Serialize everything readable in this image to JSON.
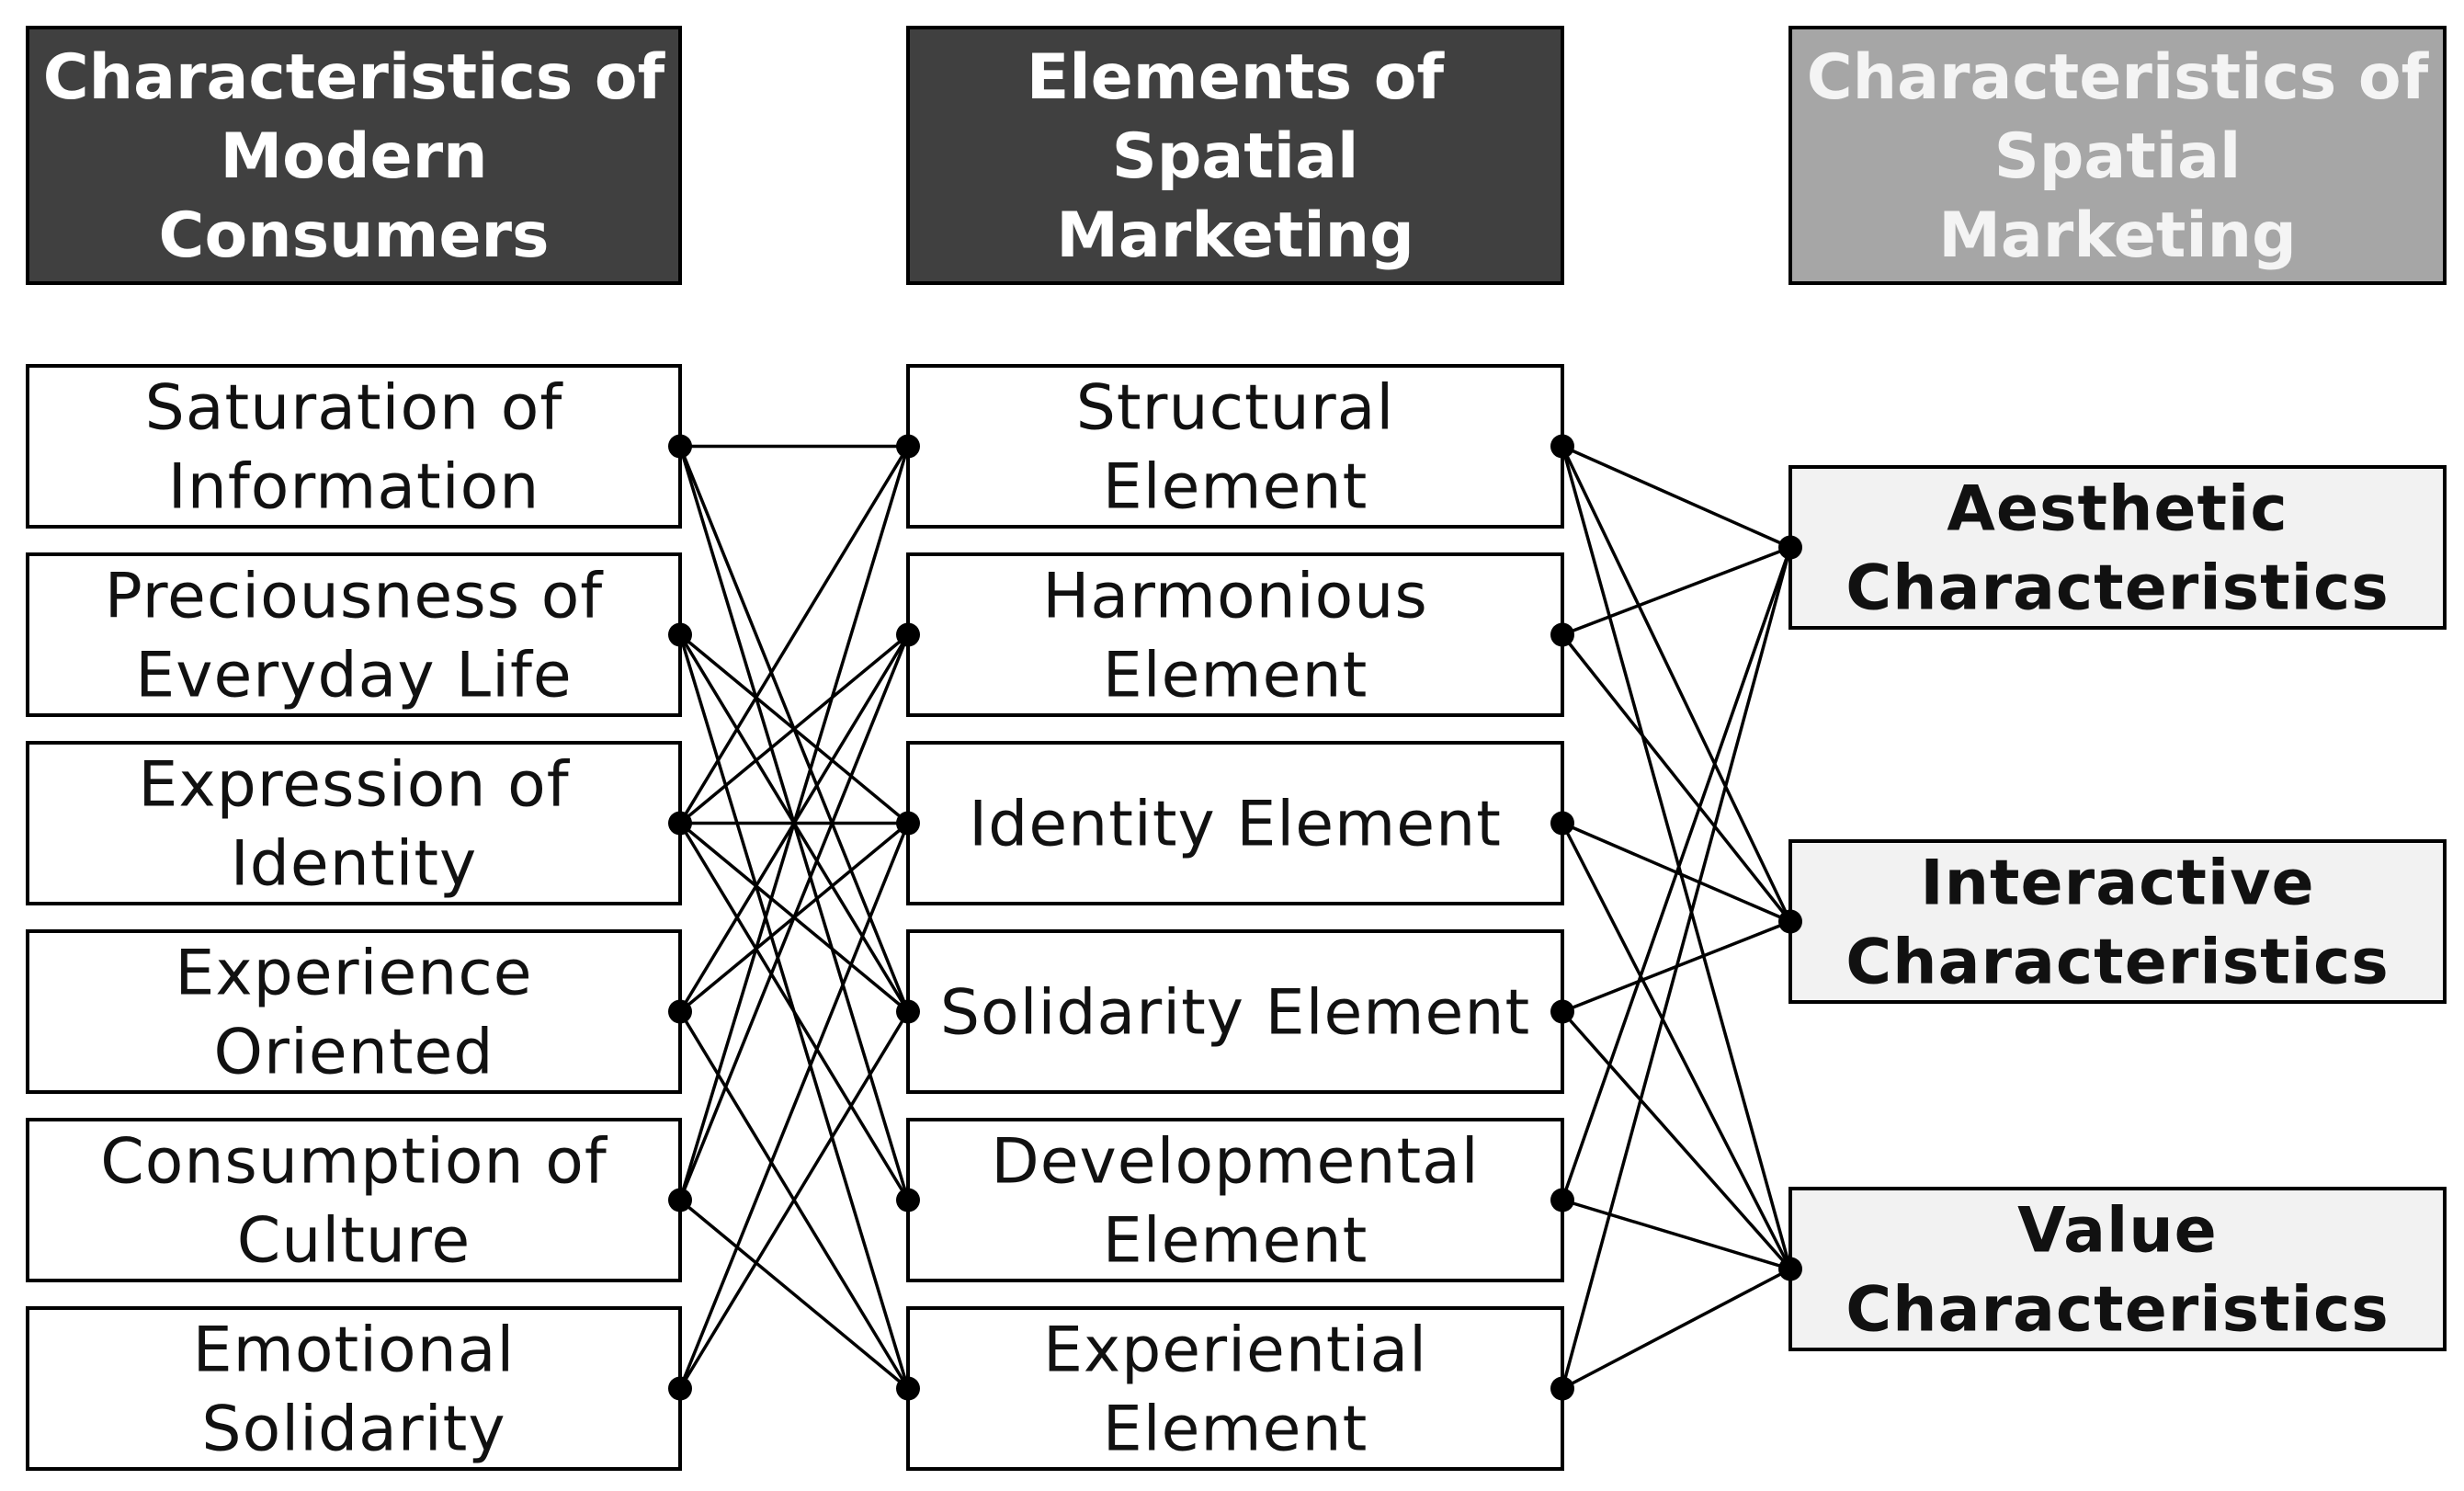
{
  "headers": {
    "consumers": {
      "lines": [
        "Characteristics of",
        "Modern",
        "Consumers"
      ],
      "color": "#404040"
    },
    "elements": {
      "lines": [
        "Elements of",
        "Spatial",
        "Marketing"
      ],
      "color": "#404040"
    },
    "characteristics": {
      "lines": [
        "Characteristics of",
        "Spatial",
        "Marketing"
      ],
      "color": "#a6a6a6"
    }
  },
  "consumers": [
    {
      "id": "c0",
      "lines": [
        "Saturation of",
        "Information"
      ]
    },
    {
      "id": "c1",
      "lines": [
        "Preciousness of",
        "Everyday Life"
      ]
    },
    {
      "id": "c2",
      "lines": [
        "Expression of",
        "Identity"
      ]
    },
    {
      "id": "c3",
      "lines": [
        "Experience",
        "Oriented"
      ]
    },
    {
      "id": "c4",
      "lines": [
        "Consumption of",
        "Culture"
      ]
    },
    {
      "id": "c5",
      "lines": [
        "Emotional",
        "Solidarity"
      ]
    }
  ],
  "elements": [
    {
      "id": "e0",
      "lines": [
        "Structural",
        "Element"
      ]
    },
    {
      "id": "e1",
      "lines": [
        "Harmonious",
        "Element"
      ]
    },
    {
      "id": "e2",
      "lines": [
        "Identity Element"
      ]
    },
    {
      "id": "e3",
      "lines": [
        "Solidarity Element"
      ]
    },
    {
      "id": "e4",
      "lines": [
        "Developmental",
        "Element"
      ]
    },
    {
      "id": "e5",
      "lines": [
        "Experiential",
        "Element"
      ]
    }
  ],
  "characteristics": [
    {
      "id": "k0",
      "lines": [
        "Aesthetic",
        "Characteristics"
      ]
    },
    {
      "id": "k1",
      "lines": [
        "Interactive",
        "Characteristics"
      ]
    },
    {
      "id": "k2",
      "lines": [
        "Value",
        "Characteristics"
      ]
    }
  ],
  "links_consumer_element": [
    [
      0,
      0
    ],
    [
      0,
      3
    ],
    [
      0,
      4
    ],
    [
      1,
      2
    ],
    [
      1,
      3
    ],
    [
      1,
      5
    ],
    [
      2,
      0
    ],
    [
      2,
      1
    ],
    [
      2,
      2
    ],
    [
      2,
      3
    ],
    [
      2,
      4
    ],
    [
      3,
      1
    ],
    [
      3,
      2
    ],
    [
      3,
      5
    ],
    [
      4,
      0
    ],
    [
      4,
      1
    ],
    [
      4,
      5
    ],
    [
      5,
      2
    ],
    [
      5,
      3
    ]
  ],
  "links_element_characteristic": [
    [
      0,
      0
    ],
    [
      0,
      1
    ],
    [
      0,
      2
    ],
    [
      1,
      0
    ],
    [
      1,
      1
    ],
    [
      2,
      1
    ],
    [
      2,
      2
    ],
    [
      3,
      1
    ],
    [
      3,
      2
    ],
    [
      4,
      0
    ],
    [
      4,
      2
    ],
    [
      5,
      0
    ],
    [
      5,
      2
    ]
  ],
  "colors": {
    "node_fill": "#ffffff",
    "result_fill": "#f2f2f2",
    "stroke": "#000000"
  }
}
